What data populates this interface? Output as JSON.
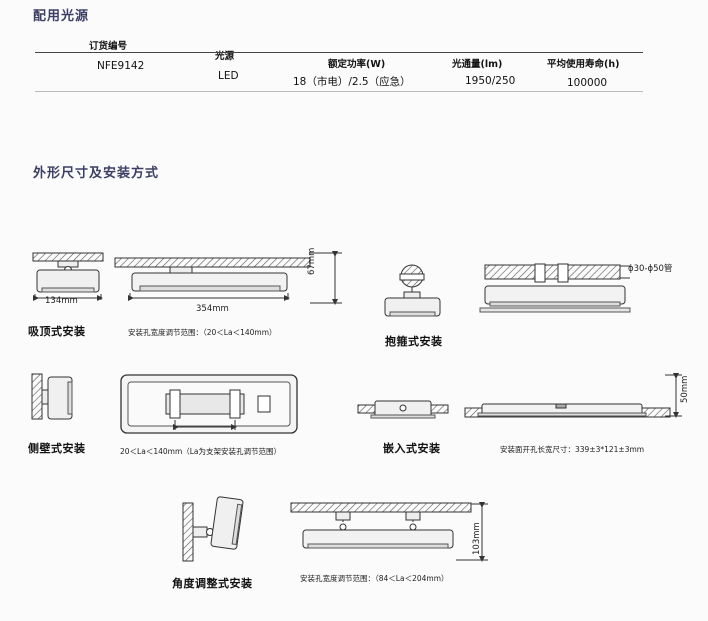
{
  "section1_title": "配用光源",
  "table": {
    "headers": {
      "order_no": "订货编号",
      "source": "光源",
      "power": "额定功率(W)",
      "flux": "光通量(lm)",
      "life": "平均使用寿命(h)"
    },
    "row": {
      "order_no": "NFE9142",
      "source": "LED",
      "power": "18（市电）/2.5（应急）",
      "flux": "1950/250",
      "life": "100000"
    }
  },
  "section2_title": "外形尺寸及安装方式",
  "ceiling": {
    "caption": "吸顶式安装",
    "width_label": "134mm",
    "length_label": "354mm",
    "height_label": "67mm",
    "note": "安装孔宽度调节范围：（20＜La＜140mm）"
  },
  "clamp": {
    "caption": "抱箍式安装",
    "pipe_label": "ϕ30-ϕ50管"
  },
  "wall": {
    "caption": "侧壁式安装",
    "note": "20＜La＜140mm（La为支架安装孔调节范围）"
  },
  "recessed": {
    "caption": "嵌入式安装",
    "height_label": "50mm",
    "note": "安装面开孔长宽尺寸：339±3*121±3mm"
  },
  "angle": {
    "caption": "角度调整式安装",
    "height_label": "103mm",
    "note": "安装孔宽度调节范围：（84＜La＜204mm）"
  }
}
